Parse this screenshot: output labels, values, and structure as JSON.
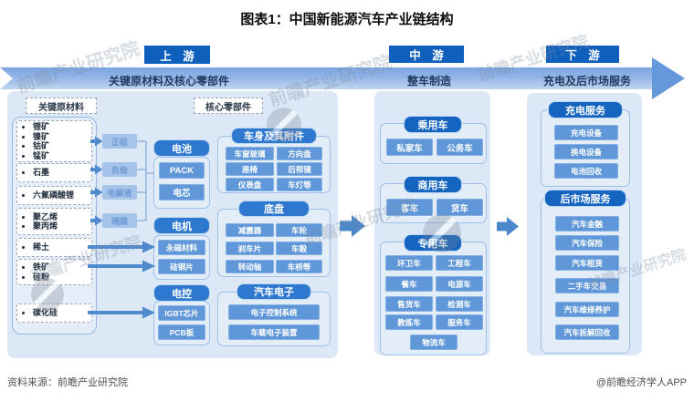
{
  "title": "图表1：中国新能源汽车产业链结构",
  "stages": {
    "upstream": {
      "chip": "上　游",
      "band_label": "关键原材料及核心零部件"
    },
    "midstream": {
      "chip": "中　游",
      "band_label": "整车制造"
    },
    "downstream": {
      "chip": "下　游",
      "band_label": "充电及后市场服务"
    }
  },
  "upstream": {
    "raw_section_label": "关键原材料",
    "core_section_label": "核心零部件",
    "raw_groups": [
      {
        "items": [
          "锂矿",
          "镍矿",
          "钴矿",
          "锰矿"
        ]
      },
      {
        "items": [
          "石墨"
        ]
      },
      {
        "items": [
          "六氟磷酸锂"
        ]
      },
      {
        "items": [
          "聚乙烯",
          "聚丙烯"
        ]
      },
      {
        "items": [
          "稀土"
        ]
      },
      {
        "items": [
          "铁矿",
          "硅粉"
        ]
      },
      {
        "items": [
          "碳化硅"
        ]
      }
    ],
    "intermediates": [
      "正极",
      "负极",
      "电解液",
      "隔膜"
    ],
    "groups": {
      "battery": {
        "header": "电池",
        "items": [
          "PACK",
          "电芯"
        ]
      },
      "motor": {
        "header": "电机",
        "items": [
          "永磁材料",
          "硅钢片"
        ]
      },
      "econtrol": {
        "header": "电控",
        "items": [
          "IGBT芯片",
          "PCB板"
        ]
      },
      "body": {
        "header": "车身及其附件",
        "items": [
          "车窗玻璃",
          "方向盘",
          "座椅",
          "后视镜",
          "仪表盘",
          "车灯等"
        ]
      },
      "chassis": {
        "header": "底盘",
        "items": [
          "减震器",
          "车轮",
          "刹车片",
          "车毂",
          "转动轴",
          "车桥等"
        ]
      },
      "electronics": {
        "header": "汽车电子",
        "items": [
          "电子控制系统",
          "车载电子装置"
        ]
      }
    }
  },
  "midstream": {
    "passenger": {
      "header": "乘用车",
      "items": [
        "私家车",
        "公务车"
      ]
    },
    "commercial": {
      "header": "商用车",
      "items": [
        "客车",
        "货车"
      ]
    },
    "special": {
      "header": "专用车",
      "items": [
        "环卫车",
        "工程车",
        "餐车",
        "电源车",
        "售货车",
        "检测车",
        "教练车",
        "服务车",
        "物流车"
      ]
    }
  },
  "downstream": {
    "charging": {
      "header": "充电服务",
      "items": [
        "充电设备",
        "换电设备",
        "电池回收"
      ]
    },
    "aftermarket": {
      "header": "后市场服务",
      "items": [
        "汽车金融",
        "汽车保险",
        "汽车租赁",
        "二手车交易",
        "汽车维修养护",
        "汽车拆解回收"
      ]
    }
  },
  "footer": {
    "source": "资料来源：前瞻产业研究院",
    "credit": "@前瞻经济学人APP"
  },
  "watermark": {
    "text": "前瞻产业研究院"
  },
  "colors": {
    "stage_chip": "#0f5fbd",
    "group_header": "#2e78cf",
    "group_header_dark": "#1565c0",
    "item_box": "#5f97d9",
    "intermediate_box": "#a6c3ea",
    "panel_bg": "#dce8f6",
    "arrow": "#4e8acd",
    "band_top": "#7aa5e1",
    "band_bottom": "#c2d5ef"
  }
}
